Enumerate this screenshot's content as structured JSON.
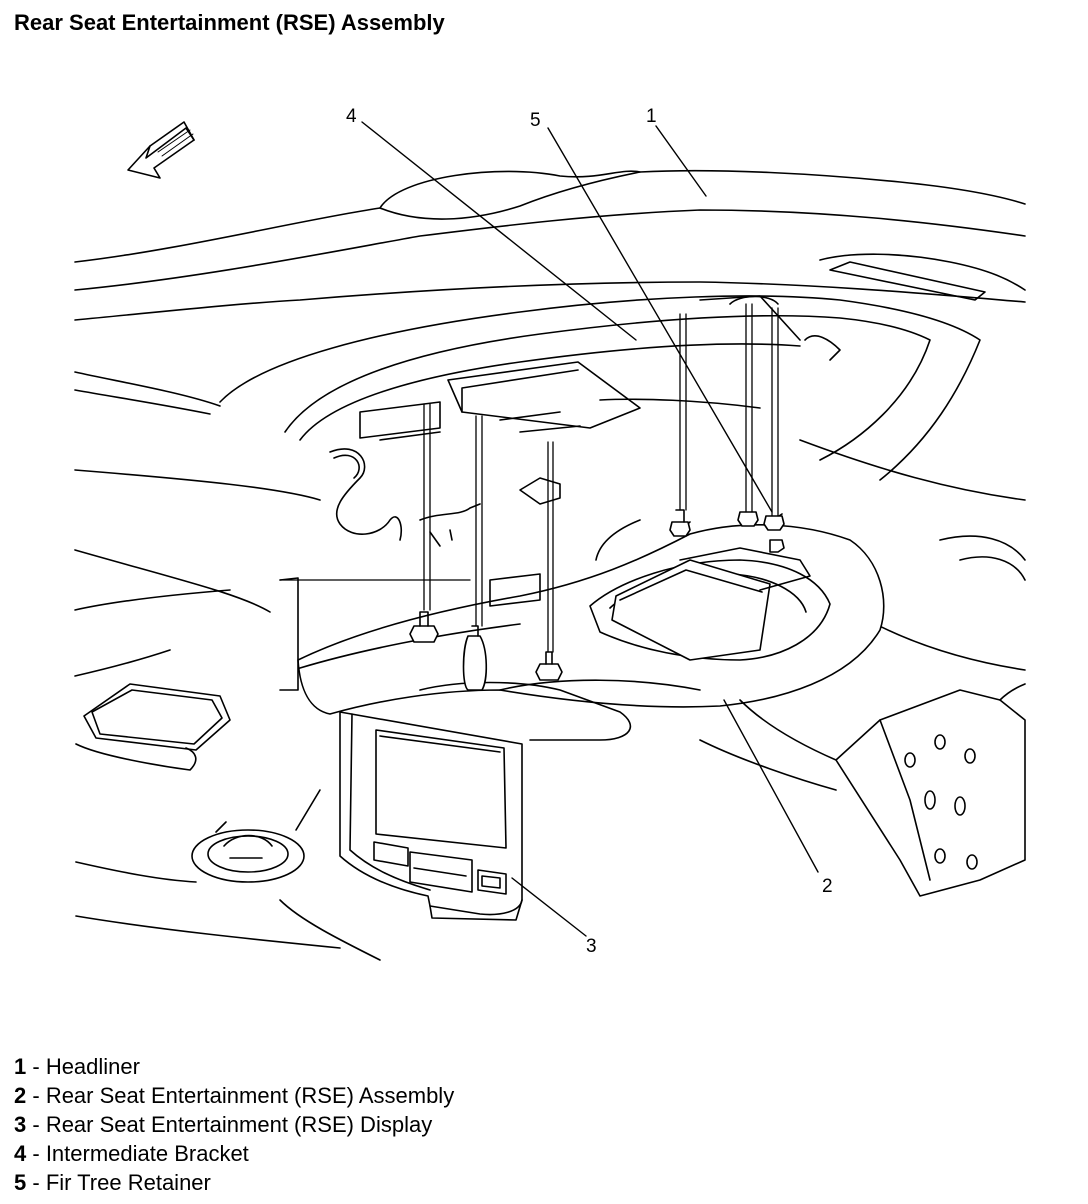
{
  "title": "Rear Seat Entertainment (RSE) Assembly",
  "callouts": [
    "1",
    "2",
    "3",
    "4",
    "5"
  ],
  "legend": [
    {
      "num": "1",
      "sep": " - ",
      "label": "Headliner"
    },
    {
      "num": "2",
      "sep": " - ",
      "label": "Rear Seat Entertainment (RSE) Assembly"
    },
    {
      "num": "3",
      "sep": " - ",
      "label": "Rear Seat Entertainment (RSE) Display"
    },
    {
      "num": "4",
      "sep": " - ",
      "label": "Intermediate Bracket"
    },
    {
      "num": "5",
      "sep": " - ",
      "label": "Fir Tree Retainer"
    }
  ],
  "icons": [
    "front-direction-arrow-icon"
  ],
  "colors": {
    "ink": "#000000",
    "paper": "#ffffff"
  }
}
